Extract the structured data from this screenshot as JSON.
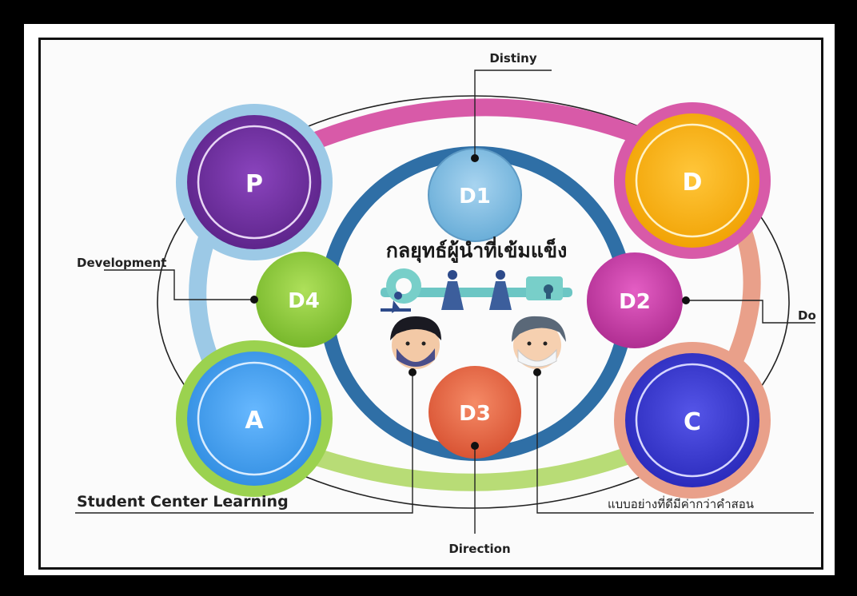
{
  "diagram": {
    "center_title": "กลยุทธ์ผู้นำที่เข้มแข็ง",
    "corners": [
      {
        "id": "P",
        "label": "P"
      },
      {
        "id": "D",
        "label": "D"
      },
      {
        "id": "A",
        "label": "A"
      },
      {
        "id": "C",
        "label": "C"
      }
    ],
    "inner_nodes": [
      {
        "id": "D1",
        "label": "D1"
      },
      {
        "id": "D2",
        "label": "D2"
      },
      {
        "id": "D3",
        "label": "D3"
      },
      {
        "id": "D4",
        "label": "D4"
      }
    ],
    "callouts": {
      "distiny": "Distiny",
      "development": "Development",
      "do": "Do",
      "direction": "Direction",
      "student_center": "Student Center Learning",
      "role_model": "แบบอย่างที่ดีมีค่ากว่าคำสอน"
    },
    "colors": {
      "ring_top": "#d85aa8",
      "ring_right": "#e9a08a",
      "ring_bottom": "#b8dc76",
      "ring_left": "#9cc9e6",
      "p": "#6a2d9a",
      "d": "#f5b01a",
      "a": "#4aa3ee",
      "c": "#3b3bd0",
      "d1": "#7cb8e0",
      "d2": "#c83ea8",
      "d3": "#e86a48",
      "d4": "#8cc83c"
    }
  }
}
